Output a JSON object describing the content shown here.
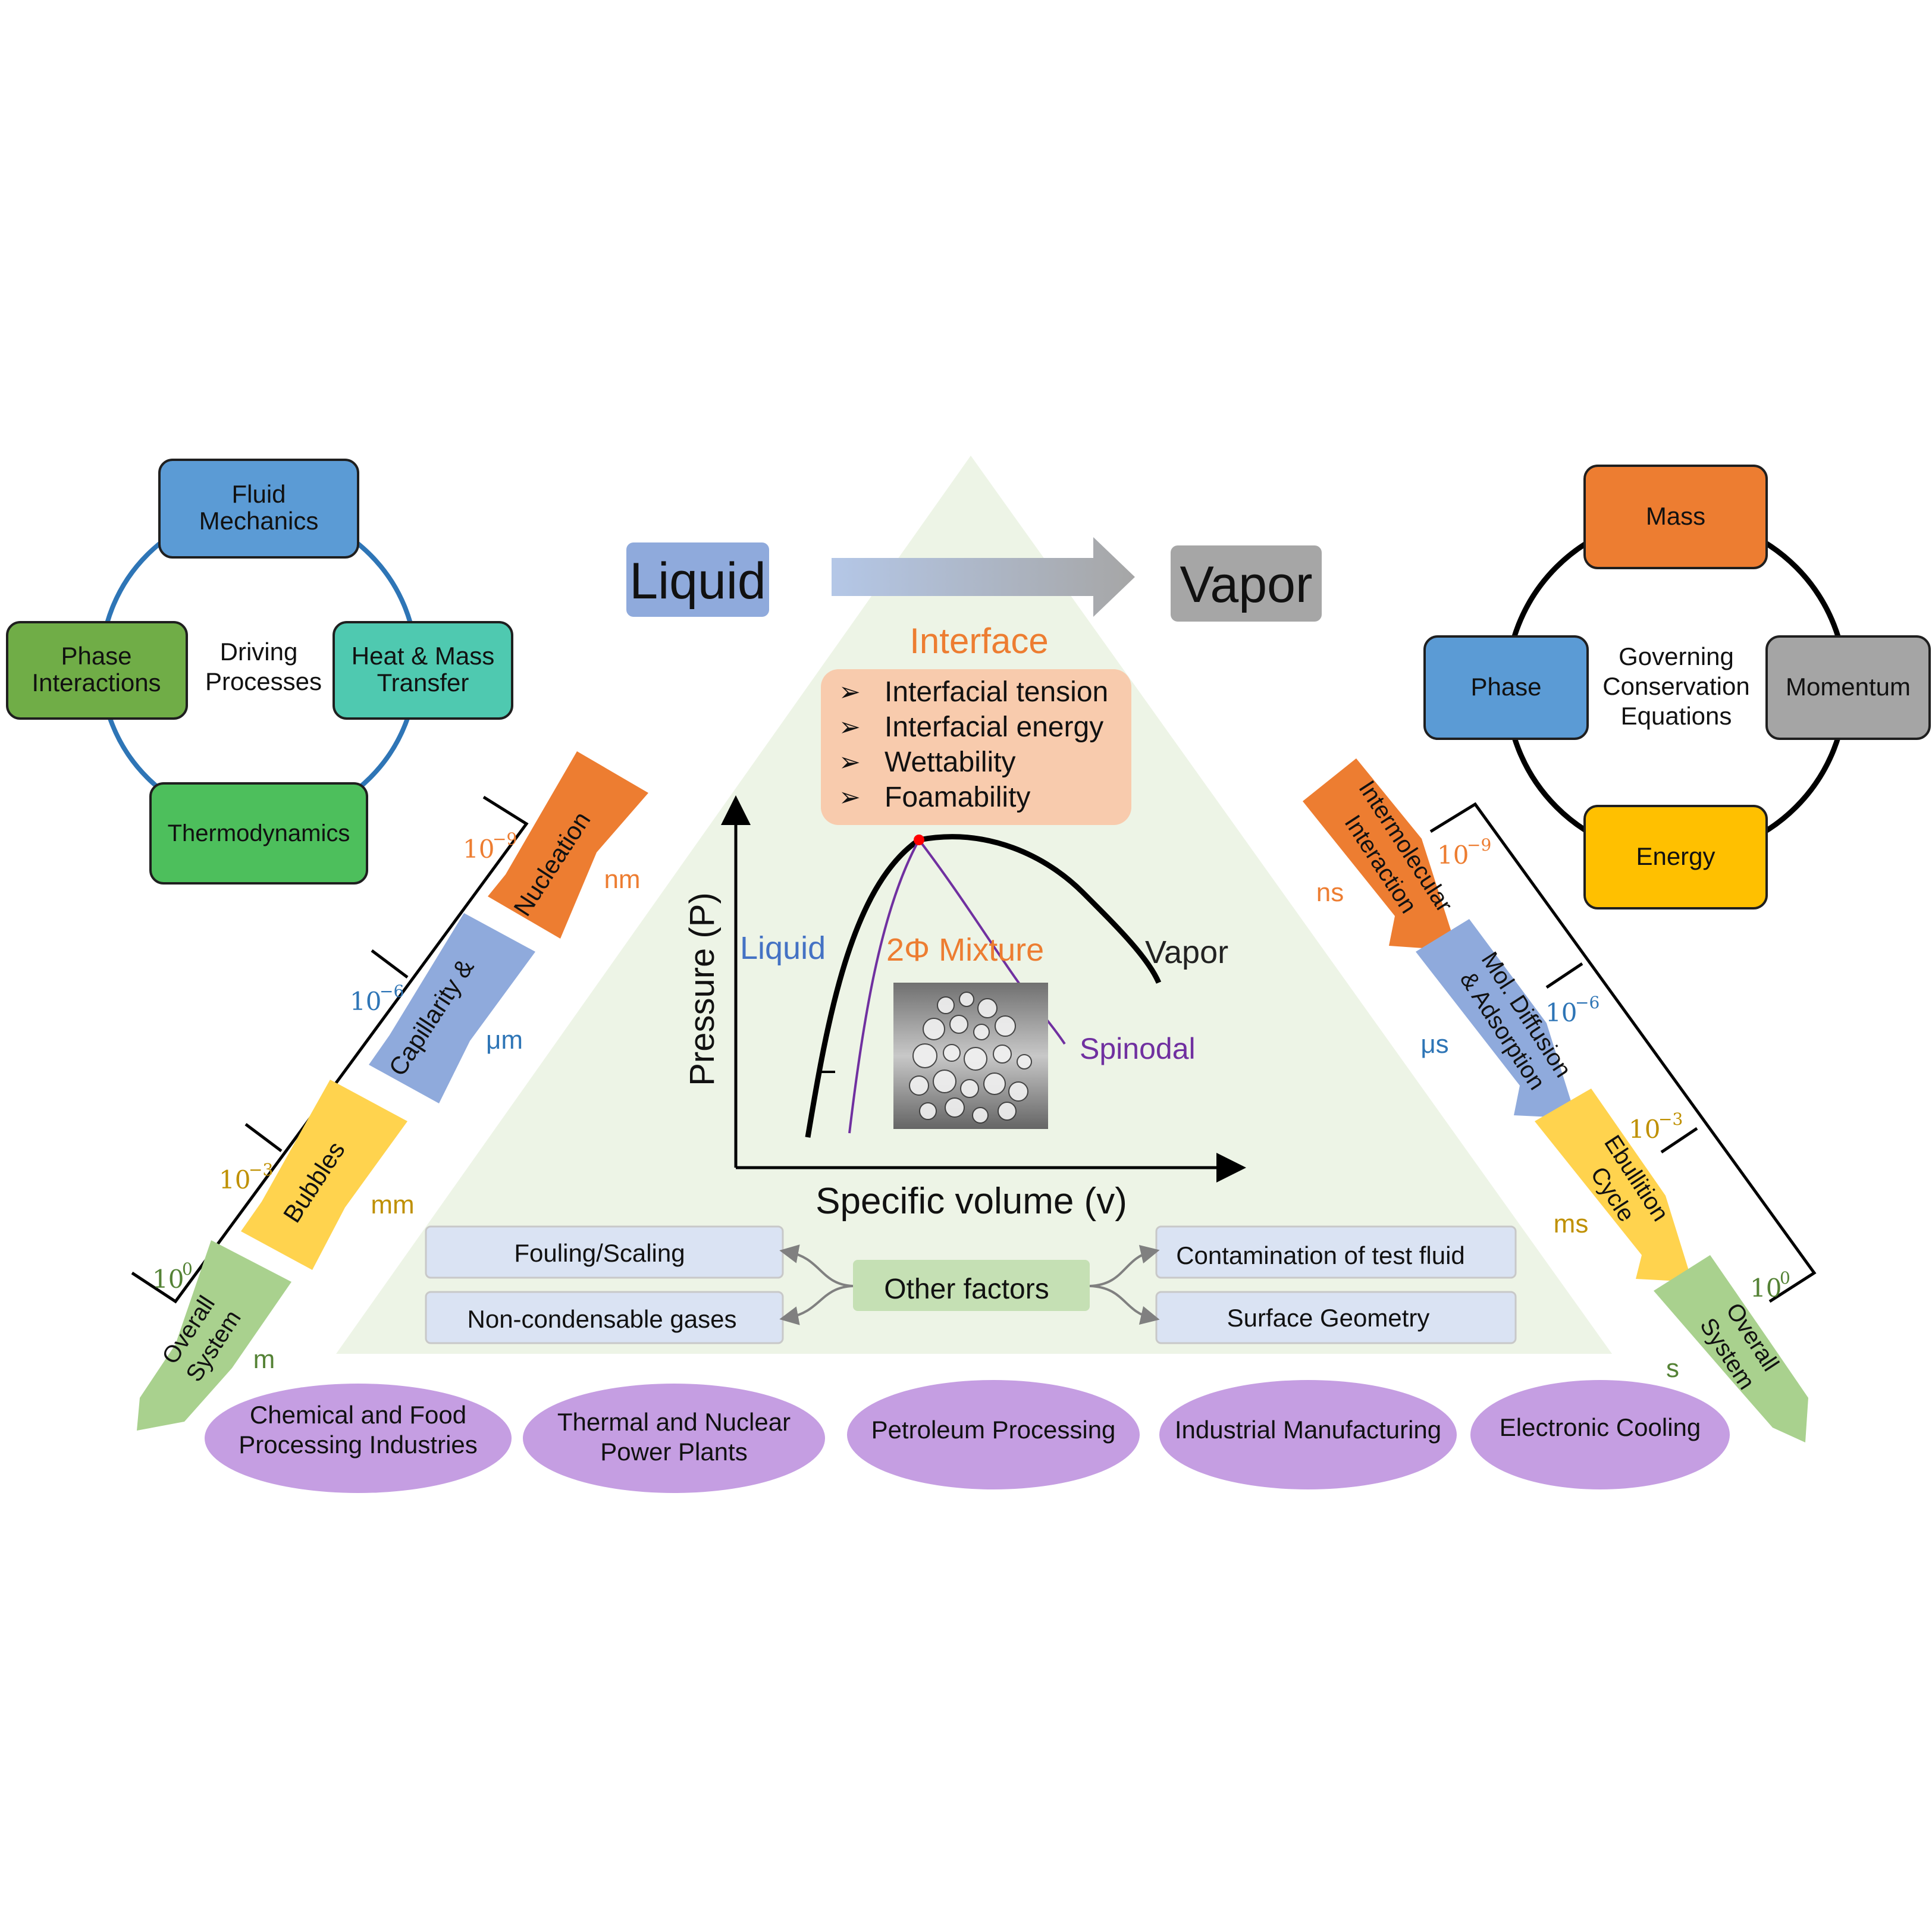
{
  "header": {
    "liquid": "Liquid",
    "vapor": "Vapor"
  },
  "interface": {
    "title": "Interface",
    "bullet": "➢",
    "items": [
      "Interfacial tension",
      "Interfacial energy",
      "Wettability",
      "Foamability"
    ]
  },
  "driving": {
    "center_line1": "Driving",
    "center_line2": "Processes",
    "fluid_l1": "Fluid",
    "fluid_l2": "Mechanics",
    "phase_l1": "Phase",
    "phase_l2": "Interactions",
    "heat_l1": "Heat & Mass",
    "heat_l2": "Transfer",
    "thermo": "Thermodynamics",
    "colors": {
      "fluid": "#5b9bd5",
      "phase": "#70ad47",
      "heat": "#4fc9b0",
      "thermo": "#4dbf5c",
      "ring": "#2e75b6"
    }
  },
  "governing": {
    "center_line1": "Governing",
    "center_line2": "Conservation",
    "center_line3": "Equations",
    "mass": "Mass",
    "phase": "Phase",
    "momentum": "Momentum",
    "energy": "Energy",
    "colors": {
      "mass": "#ed7d31",
      "phase": "#5b9bd5",
      "momentum": "#a5a5a5",
      "energy": "#ffc000",
      "ring": "#000000"
    }
  },
  "pv_chart": {
    "ylabel": "Pressure (P)",
    "xlabel": "Specific volume (v)",
    "liquid": "Liquid",
    "mixture": "2Φ Mixture",
    "vapor": "Vapor",
    "spinodal": "Spinodal"
  },
  "left_scale": {
    "nucleation": "Nucleation",
    "capillarity": "Capillarity &",
    "bubbles": "Bubbles",
    "overall_l1": "Overall",
    "overall_l2": "System",
    "unit_nm": "nm",
    "unit_um": "μm",
    "unit_mm": "mm",
    "unit_m": "m",
    "exp_9": "−9",
    "exp_6": "−6",
    "exp_3": "−3",
    "exp_0": "0",
    "base": "10"
  },
  "right_scale": {
    "intermolecular_l1": "Intermolecular",
    "intermolecular_l2": "Interaction",
    "diffusion_l1": "Mol. Diffusion",
    "diffusion_l2": "& Adsorption",
    "ebullition_l1": "Ebullition",
    "ebullition_l2": "Cycle",
    "overall_l1": "Overall",
    "overall_l2": "System",
    "unit_ns": "ns",
    "unit_us": "μs",
    "unit_ms": "ms",
    "unit_s": "s",
    "exp_9": "−9",
    "exp_6": "−6",
    "exp_3": "−3",
    "exp_0": "0",
    "base": "10"
  },
  "factors": {
    "center": "Other factors",
    "fouling": "Fouling/Scaling",
    "noncond": "Non-condensable gases",
    "contamination": "Contamination of test fluid",
    "geometry": "Surface Geometry"
  },
  "applications": {
    "chem_l1": "Chemical and Food",
    "chem_l2": "Processing Industries",
    "thermal_l1": "Thermal and Nuclear",
    "thermal_l2": "Power Plants",
    "petroleum": "Petroleum Processing",
    "industrial": "Industrial Manufacturing",
    "electronic": "Electronic Cooling"
  },
  "colors": {
    "orange": "#ed7d31",
    "blue": "#8faadc",
    "yellow": "#ffd34e",
    "green": "#a9d18e",
    "purple_ellipse": "#c59ee2",
    "triangle": "#edf4e6",
    "factor_box": "#dae3f3",
    "factor_center": "#c5e0b4"
  }
}
